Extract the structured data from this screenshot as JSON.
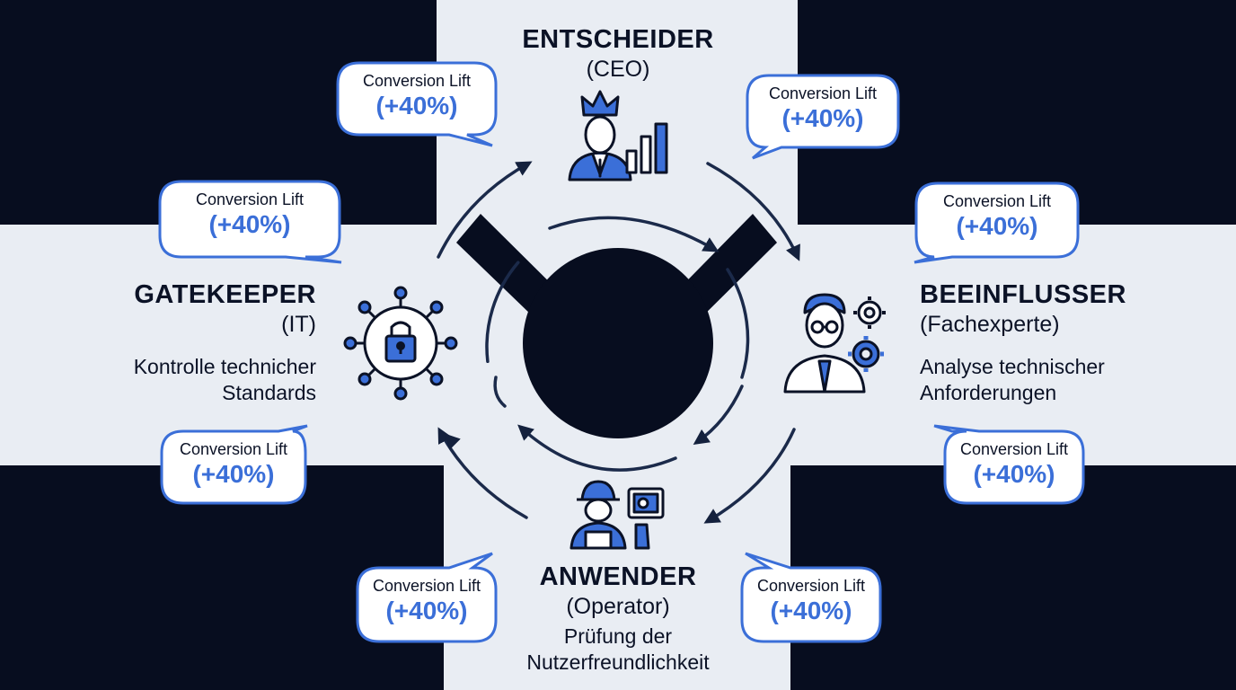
{
  "colors": {
    "navy": "#070d1f",
    "band": "#e9edf3",
    "accent_blue": "#3b6fd8",
    "bubble_border": "#3b6fd8",
    "text_dark": "#0b1226"
  },
  "roles": {
    "entscheider": {
      "title": "ENTSCHEIDER",
      "sub": "(CEO)",
      "icon": "crown-executive-icon"
    },
    "gatekeeper": {
      "title": "GATEKEEPER",
      "sub": "(IT)",
      "desc_line1": "Kontrolle technicher",
      "desc_line2": "Standards",
      "icon": "network-lock-icon"
    },
    "beeinflusser": {
      "title": "BEEINFLUSSER",
      "sub": "(Fachexperte)",
      "desc_line1": "Analyse technischer",
      "desc_line2": "Anforderungen",
      "icon": "expert-gears-icon"
    },
    "anwender": {
      "title": "ANWENDER",
      "sub": "(Operator)",
      "desc_line1": "Prüfung der",
      "desc_line2": "Nutzerfreundlichkeit",
      "icon": "worker-touchscreen-icon"
    }
  },
  "bubbles": [
    {
      "id": "b1",
      "label": "Conversion Lift",
      "value": "(+40%)"
    },
    {
      "id": "b2",
      "label": "Conversion Lift",
      "value": "(+40%)"
    },
    {
      "id": "b3",
      "label": "Conversion Lift",
      "value": "(+40%)"
    },
    {
      "id": "b4",
      "label": "Conversion Lift",
      "value": "(+40%)"
    },
    {
      "id": "b5",
      "label": "Conversion Lift",
      "value": "(+40%)"
    },
    {
      "id": "b6",
      "label": "Conversion Lift",
      "value": "(+40%)"
    },
    {
      "id": "b7",
      "label": "Conversion Lift",
      "value": "(+40%)"
    },
    {
      "id": "b8",
      "label": "Conversion Lift",
      "value": "(+40%)"
    }
  ]
}
